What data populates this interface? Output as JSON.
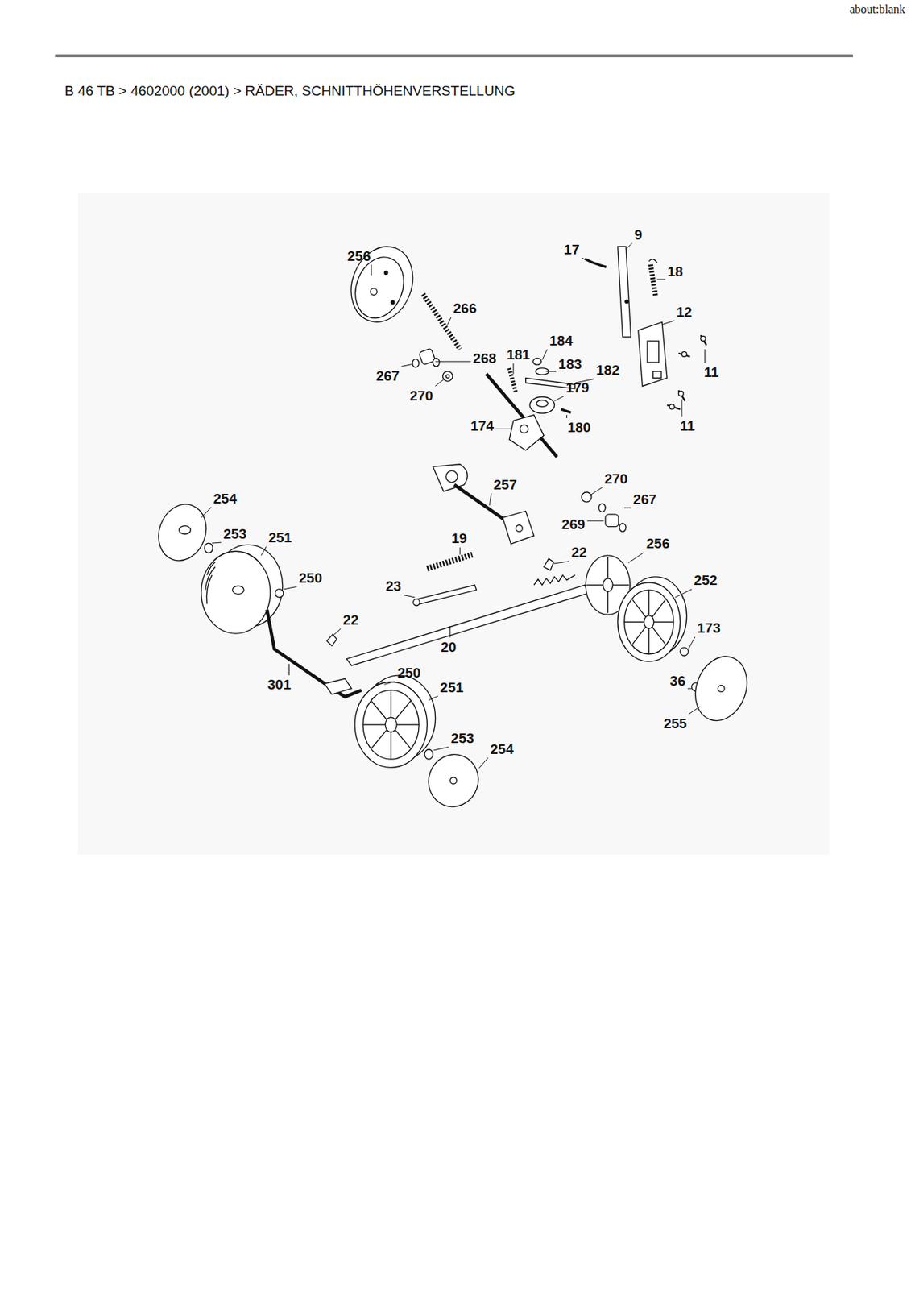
{
  "diagram": {
    "title": "B 46 TB > 4602000 (2001) > RÄDER, SCHNITTHÖHENVERSTELLUNG",
    "labels": [
      "about:blank",
      "256",
      "266",
      "268",
      "267",
      "270",
      "184",
      "181",
      "183",
      "182",
      "179",
      "180",
      "174",
      "17",
      "9",
      "18",
      "12",
      "11",
      "11",
      "257",
      "270",
      "267",
      "269",
      "256",
      "254",
      "253",
      "251",
      "250",
      "19",
      "23",
      "22",
      "22",
      "20",
      "252",
      "173",
      "36",
      "255",
      "301",
      "250",
      "251",
      "253",
      "254"
    ]
  }
}
